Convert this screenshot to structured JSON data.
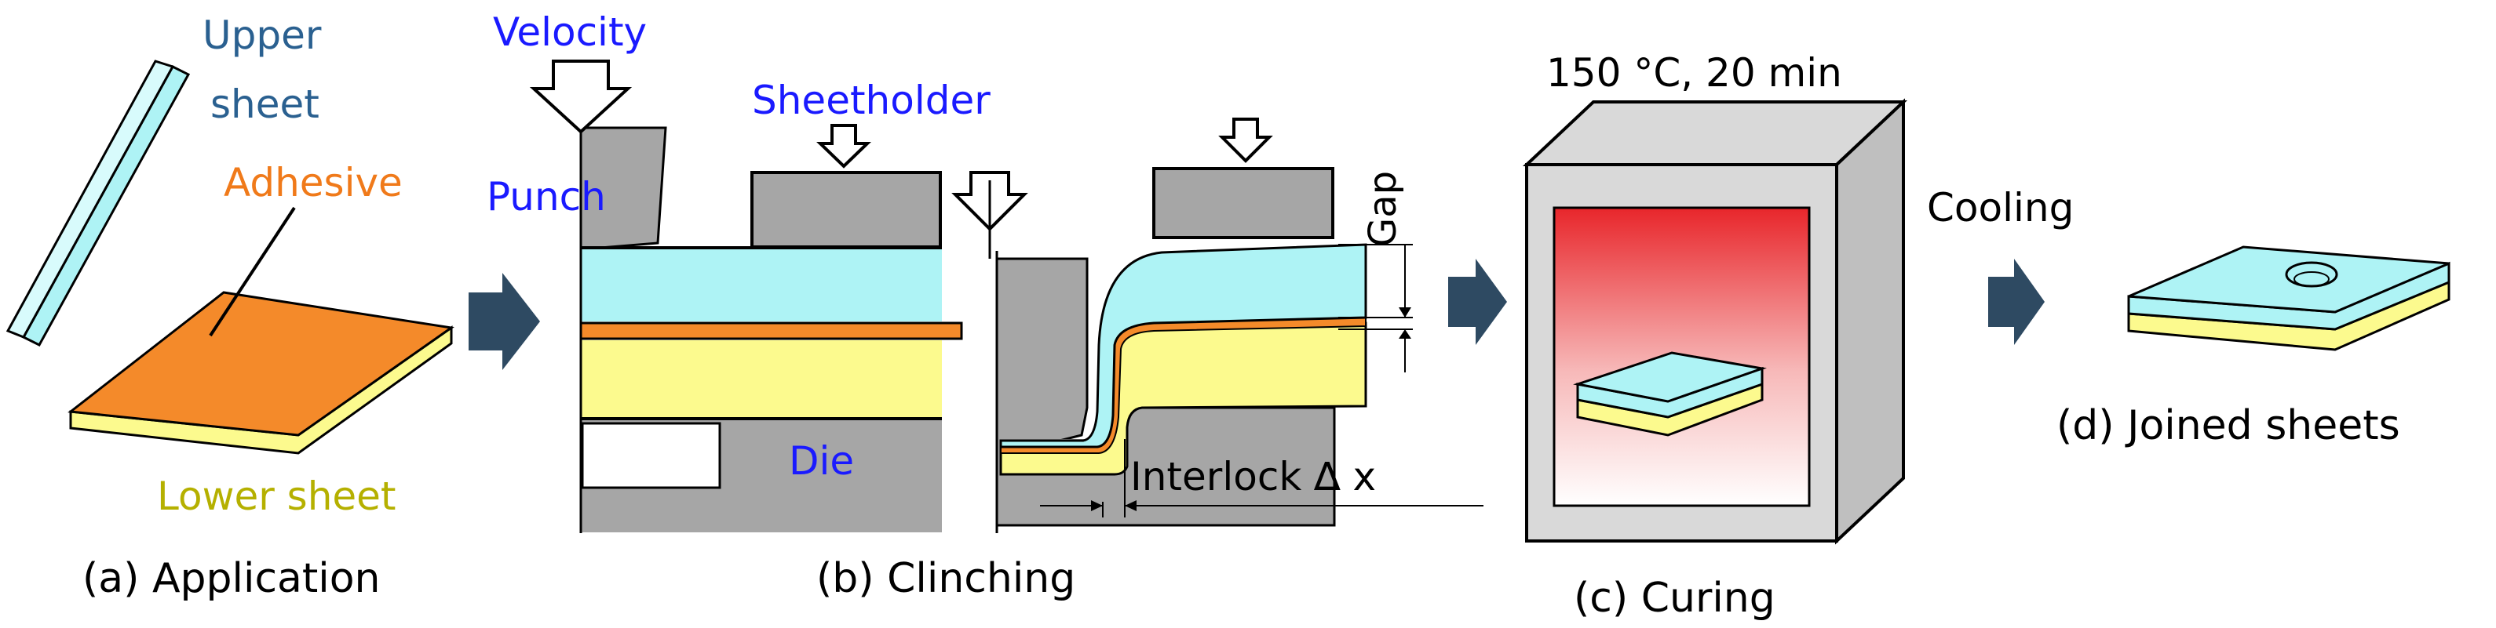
{
  "labels": {
    "upper_sheet_line1": "Upper",
    "upper_sheet_line2": "sheet",
    "adhesive": "Adhesive",
    "lower_sheet": "Lower sheet",
    "velocity": "Velocity",
    "punch": "Punch",
    "sheetholder": "Sheetholder",
    "die": "Die",
    "gap": "Gap",
    "interlock": "Interlock ∆ x",
    "oven_conditions": "150 °C, 20 min",
    "cooling": "Cooling"
  },
  "captions": {
    "a": "(a) Application",
    "b": "(b) Clinching",
    "c": "(c) Curing",
    "d": "(d) Joined sheets"
  },
  "colors": {
    "upper_sheet": "#aef3f5",
    "lower_sheet": "#fcfa8e",
    "adhesive": "#f48a2a",
    "tool_gray": "#a6a6a6",
    "oven_heat": "#e8262b",
    "flow_arrow": "#2e4a62",
    "label_blue": "#1a1aff",
    "label_orange": "#f07a1a",
    "label_olive": "#b5b000",
    "label_steel": "#2a6090"
  }
}
